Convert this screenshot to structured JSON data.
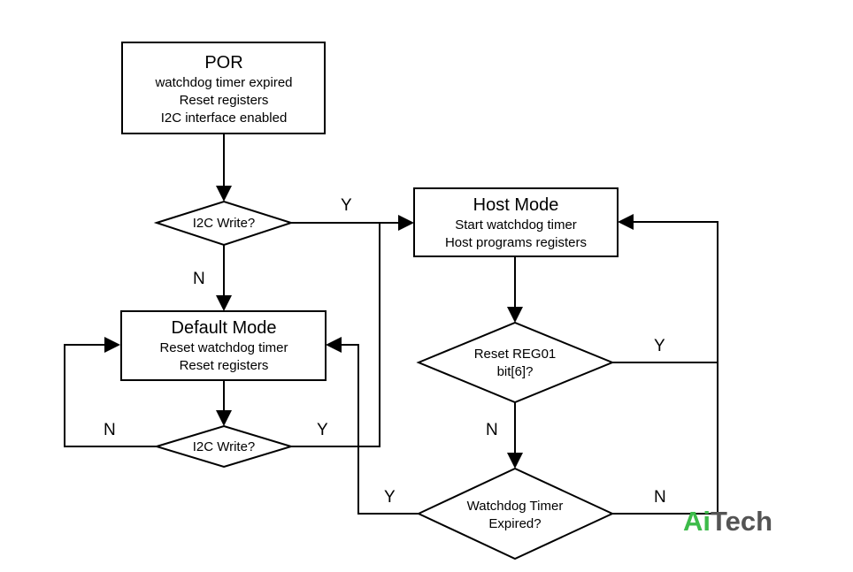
{
  "por": {
    "title": "POR",
    "lines": [
      "watchdog timer expired",
      "Reset registers",
      "I2C interface enabled"
    ]
  },
  "decision_i2c_write_top": {
    "text": "I2C Write?"
  },
  "default_mode": {
    "title": "Default Mode",
    "lines": [
      "Reset watchdog timer",
      "Reset registers"
    ]
  },
  "decision_i2c_write_bottom": {
    "text": "I2C Write?"
  },
  "host_mode": {
    "title": "Host Mode",
    "lines": [
      "Start watchdog timer",
      "Host programs registers"
    ]
  },
  "decision_reset_reg01": {
    "lines": [
      "Reset REG01",
      "bit[6]?"
    ]
  },
  "decision_watchdog_expired": {
    "lines": [
      "Watchdog Timer",
      "Expired?"
    ]
  },
  "edge_labels": {
    "top_write_yes": "Y",
    "top_write_no": "N",
    "bottom_write_no": "N",
    "bottom_write_yes": "Y",
    "reset_reg_yes": "Y",
    "reset_reg_no": "N",
    "watchdog_yes": "Y",
    "watchdog_no": "N"
  },
  "watermark": {
    "part1": "Ai",
    "part2": "Tech",
    "color1": "#3dbb4a",
    "color2": "#545454"
  }
}
